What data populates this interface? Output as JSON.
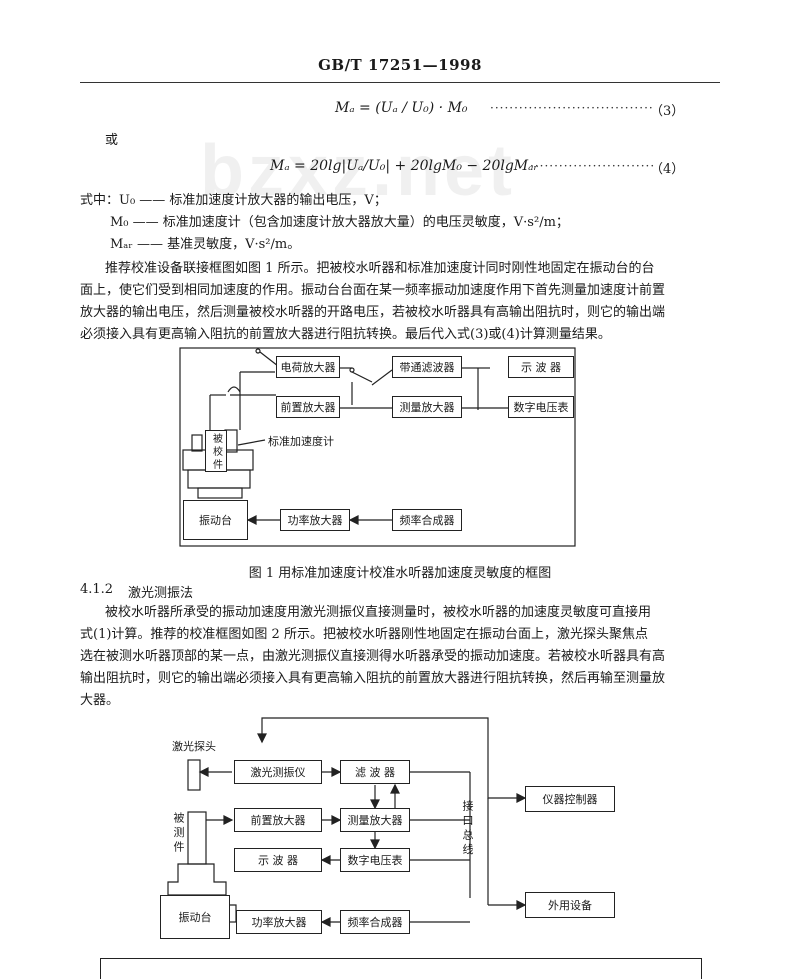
{
  "header": {
    "standard": "GB/T 17251—1998"
  },
  "watermark": "bzxz.net",
  "formula3": {
    "text": "Mₐ = (Uₐ / U₀) · M₀",
    "eqno": "（3）"
  },
  "or_word": "或",
  "formula4": {
    "text": "Mₐ = 20lg|Uₐ/U₀| + 20lgM₀ − 20lgMₐᵣ",
    "eqno": "（4）"
  },
  "definitions": [
    "式中：U₀ —— 标准加速度计放大器的输出电压，V；",
    "M₀ —— 标准加速度计（包含加速度计放大器放大量）的电压灵敏度，V·s²/m；",
    "Mₐᵣ —— 基准灵敏度，V·s²/m。"
  ],
  "paragraph1": [
    "推荐校准设备联接框图如图 1 所示。把被校水听器和标准加速度计同时刚性地固定在振动台的台",
    "面上，使它们受到相同加速度的作用。振动台台面在某一频率振动加速度作用下首先测量加速度计前置",
    "放大器的输出电压，然后测量被校水听器的开路电压，若被校水听器具有高输出阻抗时，则它的输出端",
    "必须接入具有更高输入阻抗的前置放大器进行阻抗转换。最后代入式(3)或(4)计算测量结果。"
  ],
  "figure1": {
    "boxes": {
      "charge_amp": "电荷放大器",
      "bandpass": "带通滤波器",
      "oscilloscope": "示 波 器",
      "preamp": "前置放大器",
      "meas_amp": "测量放大器",
      "voltmeter": "数字电压表",
      "shaker": "振动台",
      "power_amp": "功率放大器",
      "freq_synth": "频率合成器",
      "hydrophone": "被 校 件"
    },
    "std_accel_label": "标准加速度计",
    "caption": "图 1   用标准加速度计校准水听器加速度灵敏度的框图"
  },
  "section": {
    "number": "4.1.2",
    "title": "激光测振法"
  },
  "paragraph2": [
    "被校水听器所承受的振动加速度用激光测振仪直接测量时，被校水听器的加速度灵敏度可直接用",
    "式(1)计算。推荐的校准框图如图 2 所示。把被校水听器刚性地固定在振动台面上，激光探头聚焦点",
    "选在被测水听器顶部的某一点，由激光测振仪直接测得水听器承受的振动加速度。若被校水听器具有高",
    "输出阻抗时，则它的输出端必须接入具有更高输入阻抗的前置放大器进行阻抗转换，然后再输至测量放",
    "大器。"
  ],
  "figure2": {
    "laser_probe_label": "激光探头",
    "dut_label": "被 测 件",
    "bus_label": "接 口 总 线",
    "boxes": {
      "laser_vib": "激光测振仪",
      "filter": "滤 波 器",
      "preamp": "前置放大器",
      "meas_amp": "测量放大器",
      "oscilloscope": "示 波 器",
      "voltmeter": "数字电压表",
      "shaker": "振动台",
      "power_amp": "功率放大器",
      "freq_synth": "频率合成器",
      "instr_ctrl": "仪器控制器",
      "peripheral": "外用设备"
    }
  }
}
